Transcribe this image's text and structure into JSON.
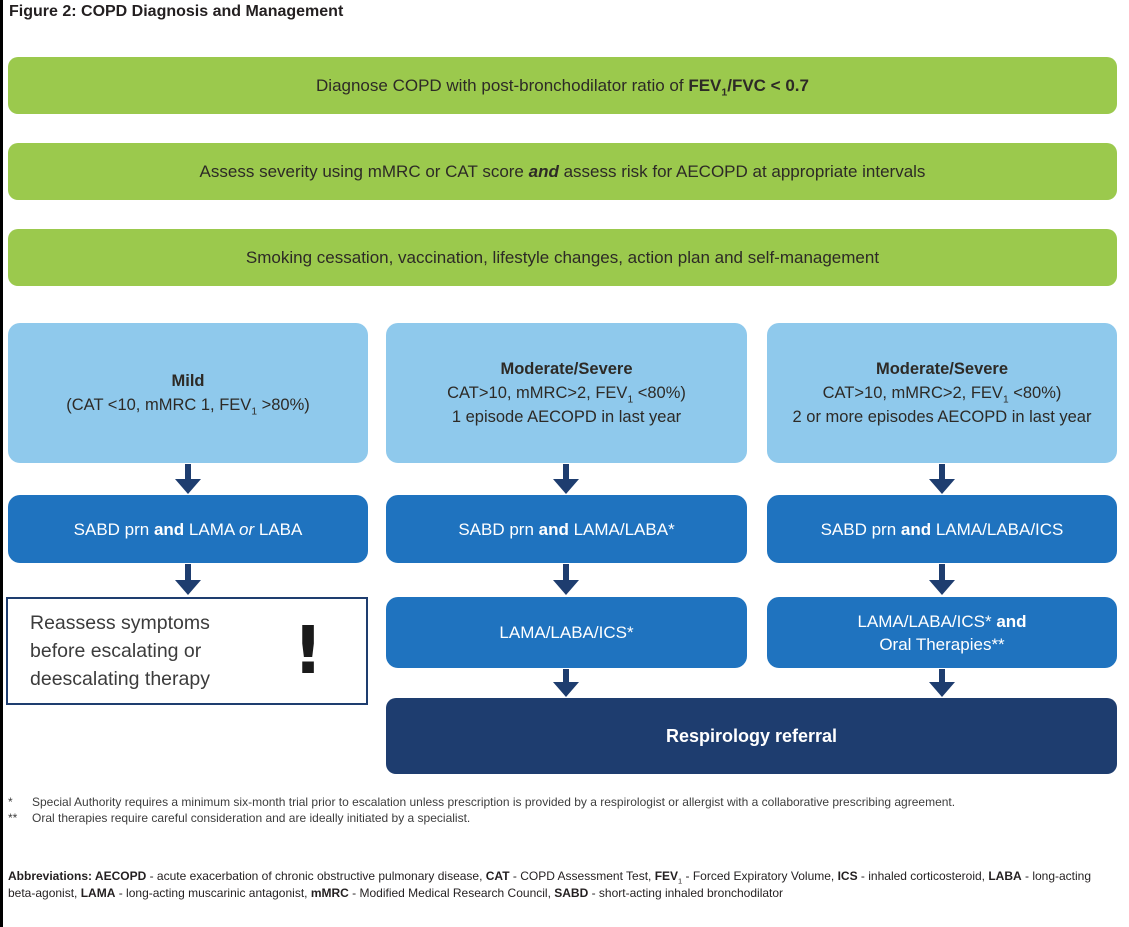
{
  "title": "Figure 2: COPD Diagnosis and Management",
  "colors": {
    "green": "#9bc94d",
    "light_blue": "#8fc9ec",
    "mid_blue": "#1f73bf",
    "navy": "#1e3d6f",
    "border_black": "#000000"
  },
  "banners": {
    "diagnose_runs": [
      {
        "t": "Diagnose COPD with post-bronchodilator ratio of "
      },
      {
        "t": "FEV",
        "b": true
      },
      {
        "t": "1",
        "b": true,
        "sub": true
      },
      {
        "t": "/FVC < 0.7",
        "b": true
      }
    ],
    "assess_runs": [
      {
        "t": "Assess severity using mMRC or CAT score "
      },
      {
        "t": "and",
        "b": true,
        "i": true
      },
      {
        "t": " assess risk for AECOPD at appropriate intervals"
      }
    ],
    "lifestyle_runs": [
      {
        "t": "Smoking cessation, vaccination, lifestyle changes, action plan and self-management"
      }
    ]
  },
  "severity": {
    "mild": {
      "title": "Mild",
      "line1_runs": [
        {
          "t": "(CAT <10, mMRC 1, FEV"
        },
        {
          "t": "1",
          "sub": true
        },
        {
          "t": " >80%)"
        }
      ]
    },
    "moderate1": {
      "title": "Moderate/Severe",
      "line1_runs": [
        {
          "t": "CAT>10, mMRC>2, FEV"
        },
        {
          "t": "1",
          "sub": true
        },
        {
          "t": " <80%)"
        }
      ],
      "line2_runs": [
        {
          "t": "1 episode AECOPD in last year"
        }
      ]
    },
    "moderate2": {
      "title": "Moderate/Severe",
      "line1_runs": [
        {
          "t": "CAT>10, mMRC>2, FEV"
        },
        {
          "t": "1",
          "sub": true
        },
        {
          "t": " <80%)"
        }
      ],
      "line2_runs": [
        {
          "t": "2 or more episodes AECOPD in last year"
        }
      ]
    }
  },
  "therapy": {
    "mild_first_runs": [
      {
        "t": "SABD prn "
      },
      {
        "t": "and",
        "b": true
      },
      {
        "t": " LAMA "
      },
      {
        "t": "or",
        "i": true
      },
      {
        "t": " LABA"
      }
    ],
    "moderate1_first_runs": [
      {
        "t": "SABD prn "
      },
      {
        "t": "and",
        "b": true
      },
      {
        "t": " LAMA/LABA*"
      }
    ],
    "moderate2_first_runs": [
      {
        "t": "SABD prn "
      },
      {
        "t": "and",
        "b": true
      },
      {
        "t": " LAMA/LABA/ICS"
      }
    ],
    "moderate1_second_runs": [
      {
        "t": "LAMA/LABA/ICS*"
      }
    ],
    "moderate2_second_line1_runs": [
      {
        "t": "LAMA/LABA/ICS* "
      },
      {
        "t": "and",
        "b": true
      }
    ],
    "moderate2_second_line2_runs": [
      {
        "t": "Oral Therapies**"
      }
    ]
  },
  "reassess": {
    "text": "Reassess symptoms before escalating or deescalating therapy",
    "icon": "!"
  },
  "referral": {
    "label": "Respirology referral"
  },
  "footnotes": [
    {
      "marker": "*",
      "text": "Special Authority requires a minimum six-month trial prior to escalation unless prescription is provided by a respirologist or allergist with a collaborative prescribing agreement."
    },
    {
      "marker": "**",
      "text": "Oral therapies require careful consideration and are ideally initiated by a specialist."
    }
  ],
  "abbreviations_runs": [
    {
      "t": "Abbreviations: AECOPD",
      "b": true
    },
    {
      "t": " - acute exacerbation of chronic obstructive pulmonary disease, "
    },
    {
      "t": "CAT",
      "b": true
    },
    {
      "t": " - COPD Assessment Test, "
    },
    {
      "t": "FEV",
      "b": true
    },
    {
      "t": "1",
      "sub": true
    },
    {
      "t": " - Forced Expiratory Volume, "
    },
    {
      "t": "ICS",
      "b": true
    },
    {
      "t": " - inhaled corticosteroid, "
    },
    {
      "t": "LABA",
      "b": true
    },
    {
      "t": " - long-acting beta-agonist, "
    },
    {
      "t": "LAMA",
      "b": true
    },
    {
      "t": " - long-acting muscarinic antagonist, "
    },
    {
      "t": "mMRC",
      "b": true
    },
    {
      "t": " - Modified Medical Research Council, "
    },
    {
      "t": "SABD",
      "b": true
    },
    {
      "t": " - short-acting inhaled bronchodilator"
    }
  ]
}
